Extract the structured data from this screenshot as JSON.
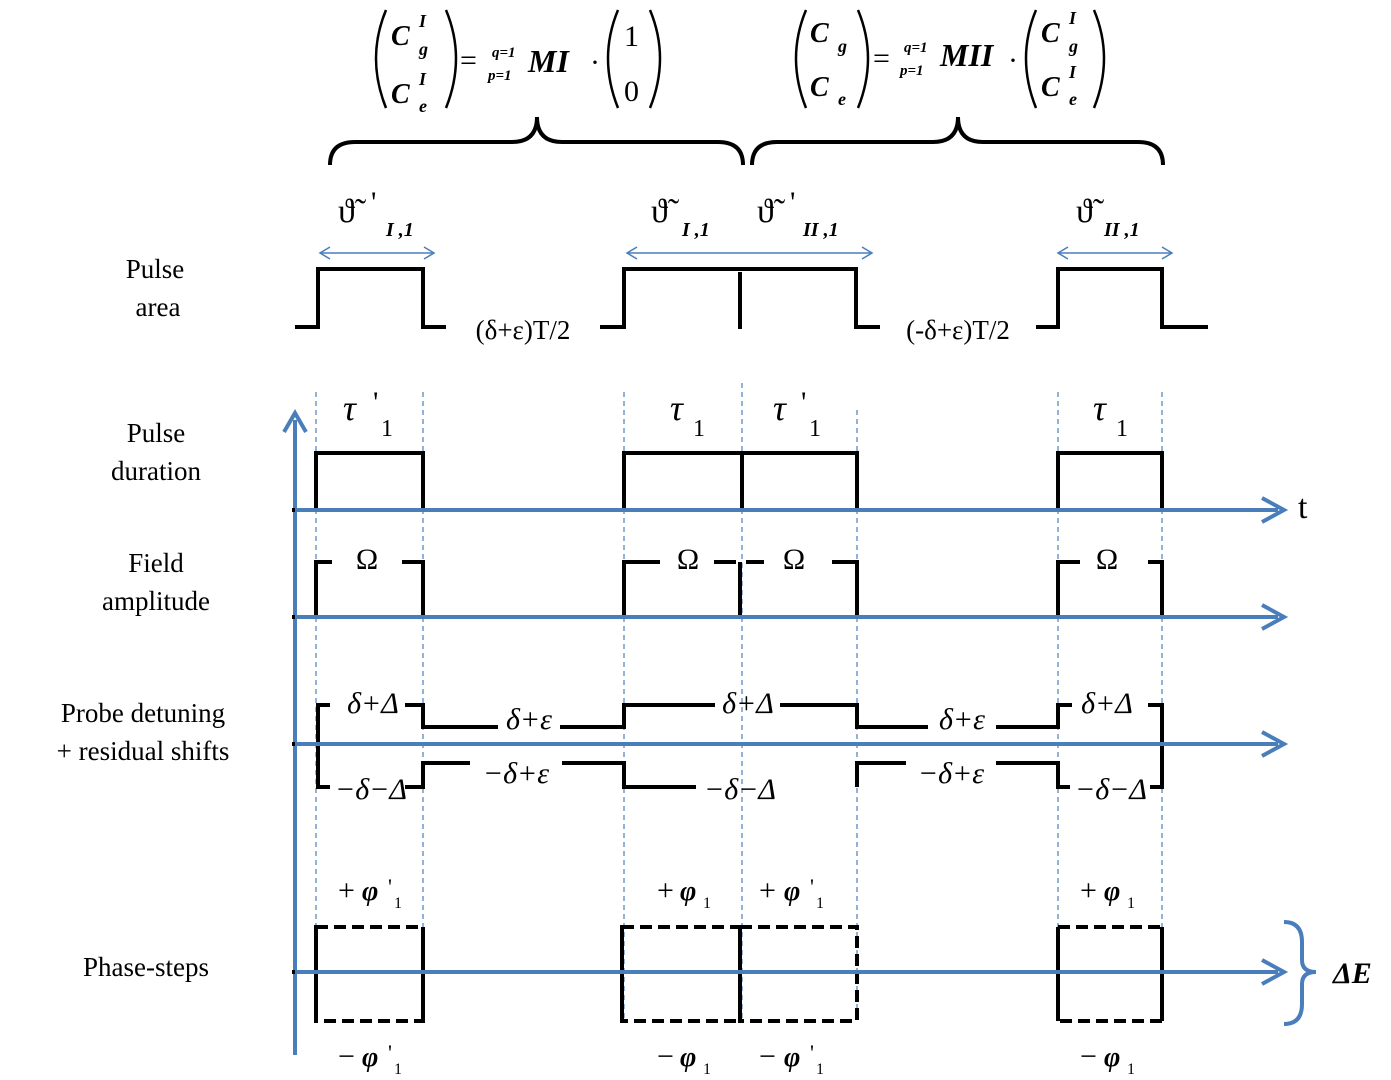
{
  "row_labels": {
    "pulse_area": [
      "Pulse",
      "area"
    ],
    "pulse_duration": [
      "Pulse",
      "duration"
    ],
    "field_amplitude": [
      "Field",
      "amplitude"
    ],
    "probe_detuning": [
      "Probe detuning",
      "+ residual shifts"
    ],
    "phase_steps": "Phase-steps"
  },
  "equations": {
    "left": {
      "lhs_top": "C",
      "lhs_top_sup": "I",
      "lhs_top_sub": "g",
      "lhs_bot": "C",
      "lhs_bot_sup": "I",
      "lhs_bot_sub": "e",
      "equals": "=",
      "prod_top": "q=1",
      "prod_bot": "p=1",
      "matrix": "MI",
      "dot": "·",
      "rhs_top": "1",
      "rhs_bot": "0"
    },
    "right": {
      "lhs_top": "C",
      "lhs_top_sub": "g",
      "lhs_bot": "C",
      "lhs_bot_sub": "e",
      "equals": "=",
      "prod_top": "q=1",
      "prod_bot": "p=1",
      "matrix": "MII",
      "dot": "·",
      "rhs_top": "C",
      "rhs_top_sup": "I",
      "rhs_top_sub": "g",
      "rhs_bot": "C",
      "rhs_bot_sup": "I",
      "rhs_bot_sub": "e"
    }
  },
  "pulse_area": {
    "theta_symbol": "ϑ̃",
    "theta_prime_I_sub": "'",
    "theta_prime_I_index": "I ,1",
    "theta_I_index": "I ,1",
    "theta_prime_II_sub": "'",
    "theta_prime_II_index": "II ,1",
    "theta_II_index": "II ,1",
    "gap_left": "(δ+ε)T/2",
    "gap_right": "(-δ+ε)T/2"
  },
  "pulse_duration": {
    "tau": "τ",
    "prime": "'",
    "index": "1",
    "time_axis": "t"
  },
  "field_amplitude": {
    "omega": "Ω"
  },
  "probe_detuning": {
    "upper_pulse": "δ+Δ",
    "lower_pulse": "−δ−Δ",
    "upper_gap": "δ+ε",
    "lower_gap": "−δ+ε"
  },
  "phase_steps": {
    "plus": "+",
    "minus": "−",
    "phi": "φ",
    "prime": "'",
    "index": "1",
    "energy_shift": "ΔE"
  },
  "colors": {
    "axis_blue": "#4a7ebb",
    "line_black": "#000000"
  }
}
